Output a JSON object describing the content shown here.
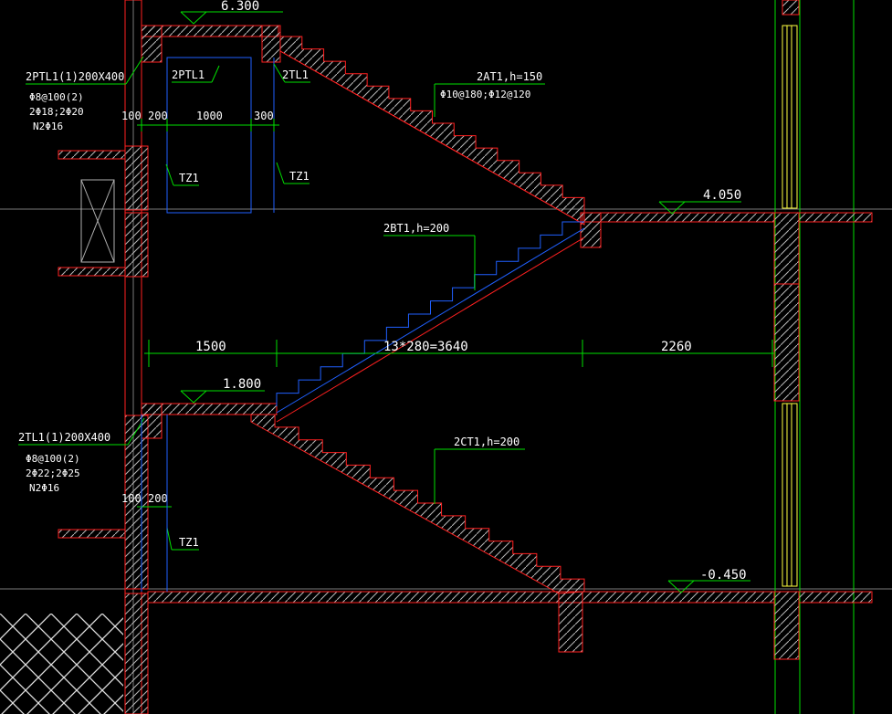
{
  "colors": {
    "red": "#ff2020",
    "green": "#00e000",
    "white": "#ffffff",
    "blue": "#2060ff",
    "gray": "#7a7a7a",
    "yellow": "#ffff40",
    "dark": "#3a3a3a"
  },
  "levels": {
    "top": "6.300",
    "upper": "4.050",
    "mid": "1.800",
    "ground": "-0.450"
  },
  "beam_upper": {
    "name": "2PTL1(1)200X400",
    "line1": "Φ8@100(2)",
    "line2": "2Φ18;2Φ20",
    "line3": "N2Φ16"
  },
  "beam_lower": {
    "name": "2TL1(1)200X400",
    "line1": "Φ8@100(2)",
    "line2": "2Φ22;2Φ25",
    "line3": "N2Φ16"
  },
  "labels": {
    "ptl": "2PTL1",
    "tl": "2TL1",
    "tz_a": "TZ1",
    "tz_b": "TZ1",
    "tz_c": "TZ1"
  },
  "flights": {
    "at": {
      "name": "2AT1,h=150",
      "rebar": "Φ10@180;Φ12@120"
    },
    "bt": {
      "name": "2BT1,h=200"
    },
    "ct": {
      "name": "2CT1,h=200"
    }
  },
  "dims": {
    "top": [
      "100",
      "200",
      "1000",
      "300"
    ],
    "mid": [
      "1500",
      "13*280=3640",
      "2260"
    ],
    "low": [
      "100",
      "200"
    ]
  }
}
